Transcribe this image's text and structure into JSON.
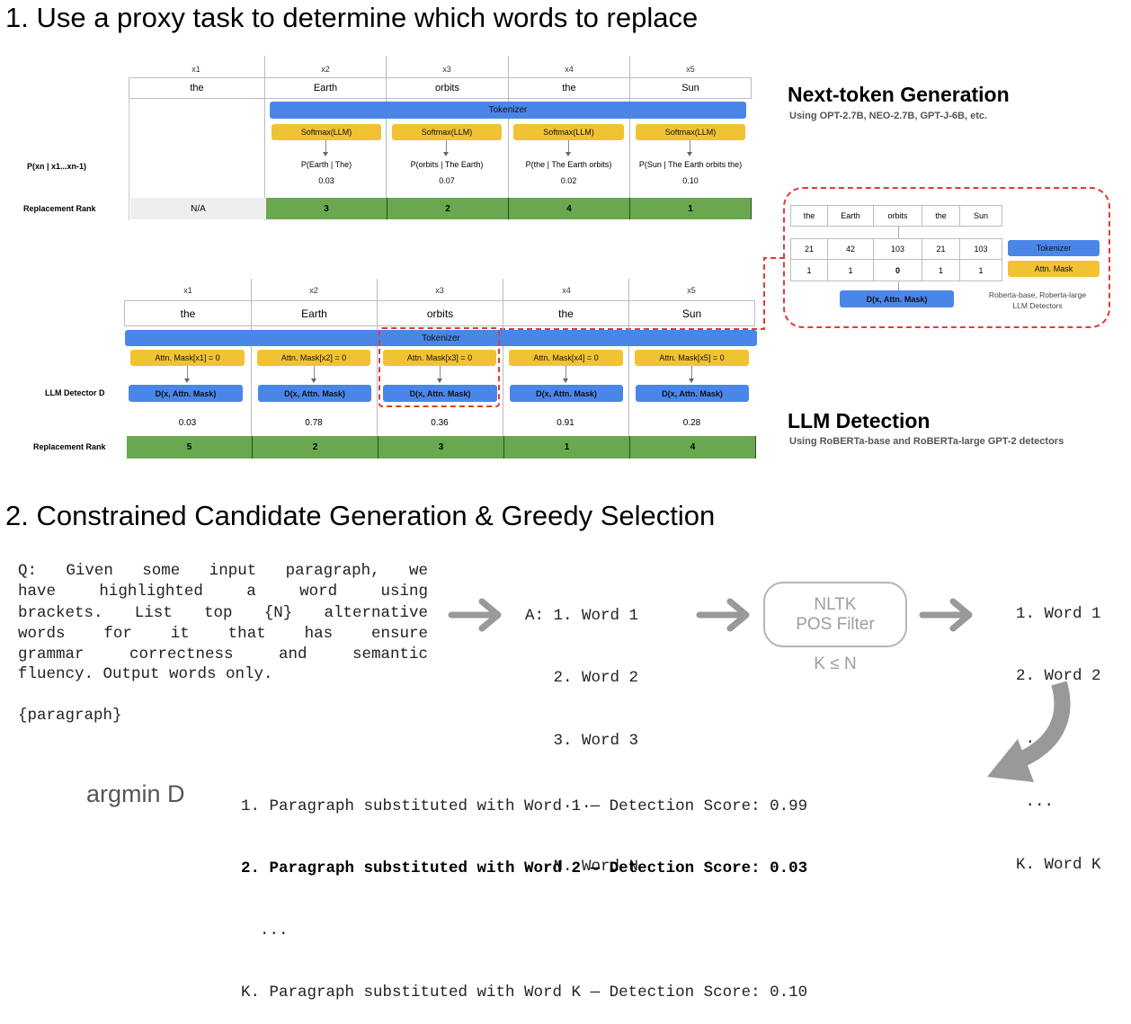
{
  "section1_title": "1. Use a proxy task to determine which words to replace",
  "section2_title": "2. Constrained Candidate Generation & Greedy Selection",
  "top": {
    "x_labels": [
      "x1",
      "x2",
      "x3",
      "x4",
      "x5"
    ],
    "words": [
      "the",
      "Earth",
      "orbits",
      "the",
      "Sun"
    ],
    "tokenizer": "Tokenizer",
    "softmax": "Softmax(LLM)",
    "prob_row_label": "P(xn | x1...xn-1)",
    "probs": [
      "P(Earth | The)",
      "P(orbits | The Earth)",
      "P(the | The Earth orbits)",
      "P(Sun | The Earth orbits the)"
    ],
    "prob_values": [
      "0.03",
      "0.07",
      "0.02",
      "0.10"
    ],
    "rank_label": "Replacement Rank",
    "na": "N/A",
    "ranks": [
      "3",
      "2",
      "4",
      "1"
    ]
  },
  "bottom": {
    "x_labels": [
      "x1",
      "x2",
      "x3",
      "x4",
      "x5"
    ],
    "words": [
      "the",
      "Earth",
      "orbits",
      "the",
      "Sun"
    ],
    "tokenizer": "Tokenizer",
    "masks": [
      "Attn. Mask[x1] = 0",
      "Attn. Mask[x2] = 0",
      "Attn. Mask[x3] = 0",
      "Attn. Mask[x4] = 0",
      "Attn. Mask[x5] = 0"
    ],
    "detector_label": "LLM Detector D",
    "detector_box": "D(x, Attn. Mask)",
    "scores": [
      "0.03",
      "0.78",
      "0.36",
      "0.91",
      "0.28"
    ],
    "rank_label": "Replacement Rank",
    "ranks": [
      "5",
      "2",
      "3",
      "1",
      "4"
    ]
  },
  "inset": {
    "words": [
      "the",
      "Earth",
      "orbits",
      "the",
      "Sun"
    ],
    "ids": [
      "21",
      "42",
      "103",
      "21",
      "103"
    ],
    "mask": [
      "1",
      "1",
      "0",
      "1",
      "1"
    ],
    "tokenizer": "Tokenizer",
    "attn_mask": "Attn. Mask",
    "detector_box": "D(x, Attn. Mask)",
    "note_line1": "Roberta-base, Roberta-large",
    "note_line2": "LLM Detectors"
  },
  "next_token": {
    "title": "Next-token Generation",
    "subtitle": "Using OPT-2.7B, NEO-2.7B, GPT-J-6B, etc."
  },
  "llm_detection": {
    "title": "LLM Detection",
    "subtitle": "Using RoBERTa-base and RoBERTa-large GPT-2 detectors"
  },
  "prompt": {
    "lines": [
      "Q: Given some input paragraph, we",
      "have highlighted a word using",
      "brackets. List top {N} alternative",
      "words for it that has ensure",
      "grammar correctness and semantic",
      "fluency. Output words only."
    ],
    "paragraph": "{paragraph}"
  },
  "answer": {
    "lines": [
      "A: 1. Word 1",
      "   2. Word 2",
      "   3. Word 3",
      "    ...",
      "   N. Word N"
    ]
  },
  "filter": {
    "line1": "NLTK",
    "line2": "POS Filter",
    "caption": "K ≤ N"
  },
  "filtered": {
    "lines": [
      "1. Word 1",
      "2. Word 2",
      " ...",
      " ...",
      "K. Word K"
    ]
  },
  "argmin": "argmin D",
  "results": {
    "line1": "1. Paragraph substituted with Word 1 — Detection Score: 0.99",
    "line2": "2. Paragraph substituted with Word 2 — Detection Score: 0.03",
    "line3": "  ...",
    "line4": "K. Paragraph substituted with Word K — Detection Score: 0.10"
  },
  "colors": {
    "blue": "#4a86e8",
    "yellow": "#f1c232",
    "green": "#6aa84f",
    "red_dash": "#e53935",
    "arrow_gray": "#999999"
  }
}
